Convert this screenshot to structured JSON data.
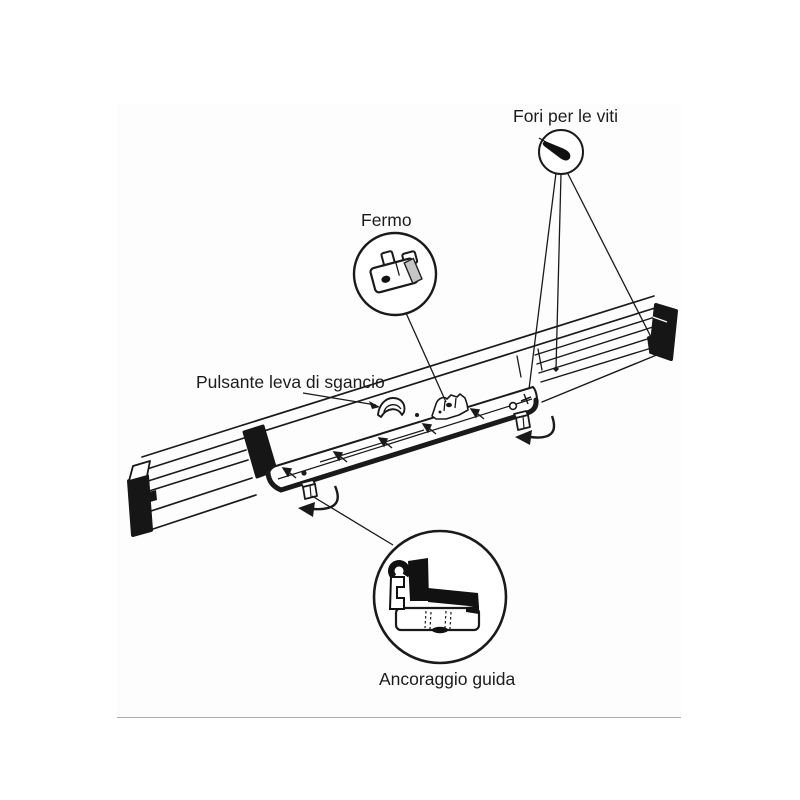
{
  "labels": {
    "screw_holes": "Fori per le viti",
    "stop": "Fermo",
    "release_lever": "Pulsante leva di sgancio",
    "guide_anchor": "Ancoraggio guida"
  },
  "colors": {
    "ink": "#1a1a1a",
    "paper": "#ffffff",
    "scan_background": "#fdfdfd",
    "scan_edge": "#aeaeae"
  }
}
